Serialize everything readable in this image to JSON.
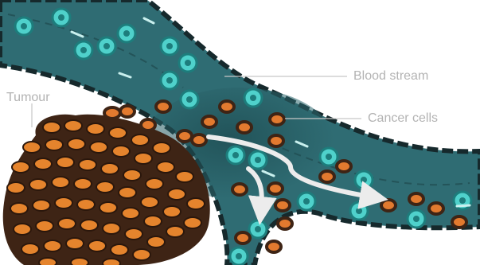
{
  "labels": {
    "blood_stream": "Blood stream",
    "cancer_cells": "Cancer cells",
    "tumour": "Tumour"
  },
  "colors": {
    "vessel": "#2f6c73",
    "vessel_dark": "#173f44",
    "vessel_wall": "#16292c",
    "red_cell_fill": "#4fd1cb",
    "red_cell_ring": "#1d7d7c",
    "cancer_cell": "#e27a2f",
    "cancer_cell_outline": "#3e2415",
    "tumour_cell": "#e5842d",
    "flow_arrow": "#ececec",
    "leader_line": "#c6c6c6",
    "label_text": "#b3b3b3"
  }
}
